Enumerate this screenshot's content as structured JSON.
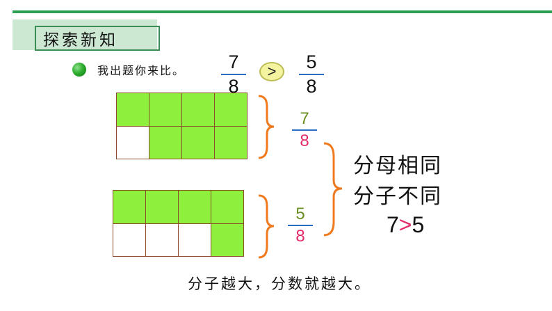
{
  "header": {
    "title": "探索新知"
  },
  "prompt": {
    "text": "我出题你来比。"
  },
  "question": {
    "left": {
      "numerator": "7",
      "denominator": "8"
    },
    "symbol": ">",
    "right": {
      "numerator": "5",
      "denominator": "8"
    }
  },
  "grid_top": {
    "rows": 2,
    "cols": 4,
    "filled": [
      [
        true,
        true,
        true,
        true
      ],
      [
        false,
        true,
        true,
        true
      ]
    ]
  },
  "grid_bottom": {
    "rows": 2,
    "cols": 4,
    "filled": [
      [
        true,
        true,
        true,
        true
      ],
      [
        false,
        false,
        false,
        true
      ]
    ]
  },
  "frac_top": {
    "numerator": "7",
    "denominator": "8"
  },
  "frac_bottom": {
    "numerator": "5",
    "denominator": "8"
  },
  "explanation": {
    "line1": "分母相同",
    "line2": "分子不同",
    "compare_left": "7",
    "compare_symbol": ">",
    "compare_right": "5"
  },
  "conclusion": "分子越大，分数就越大。",
  "colors": {
    "accent_green": "#2f9e55",
    "cell_fill": "#8ef03c",
    "numerator_green": "#6b8e23",
    "denominator_pink": "#e32a6a",
    "brace_orange": "#f07a1e"
  }
}
